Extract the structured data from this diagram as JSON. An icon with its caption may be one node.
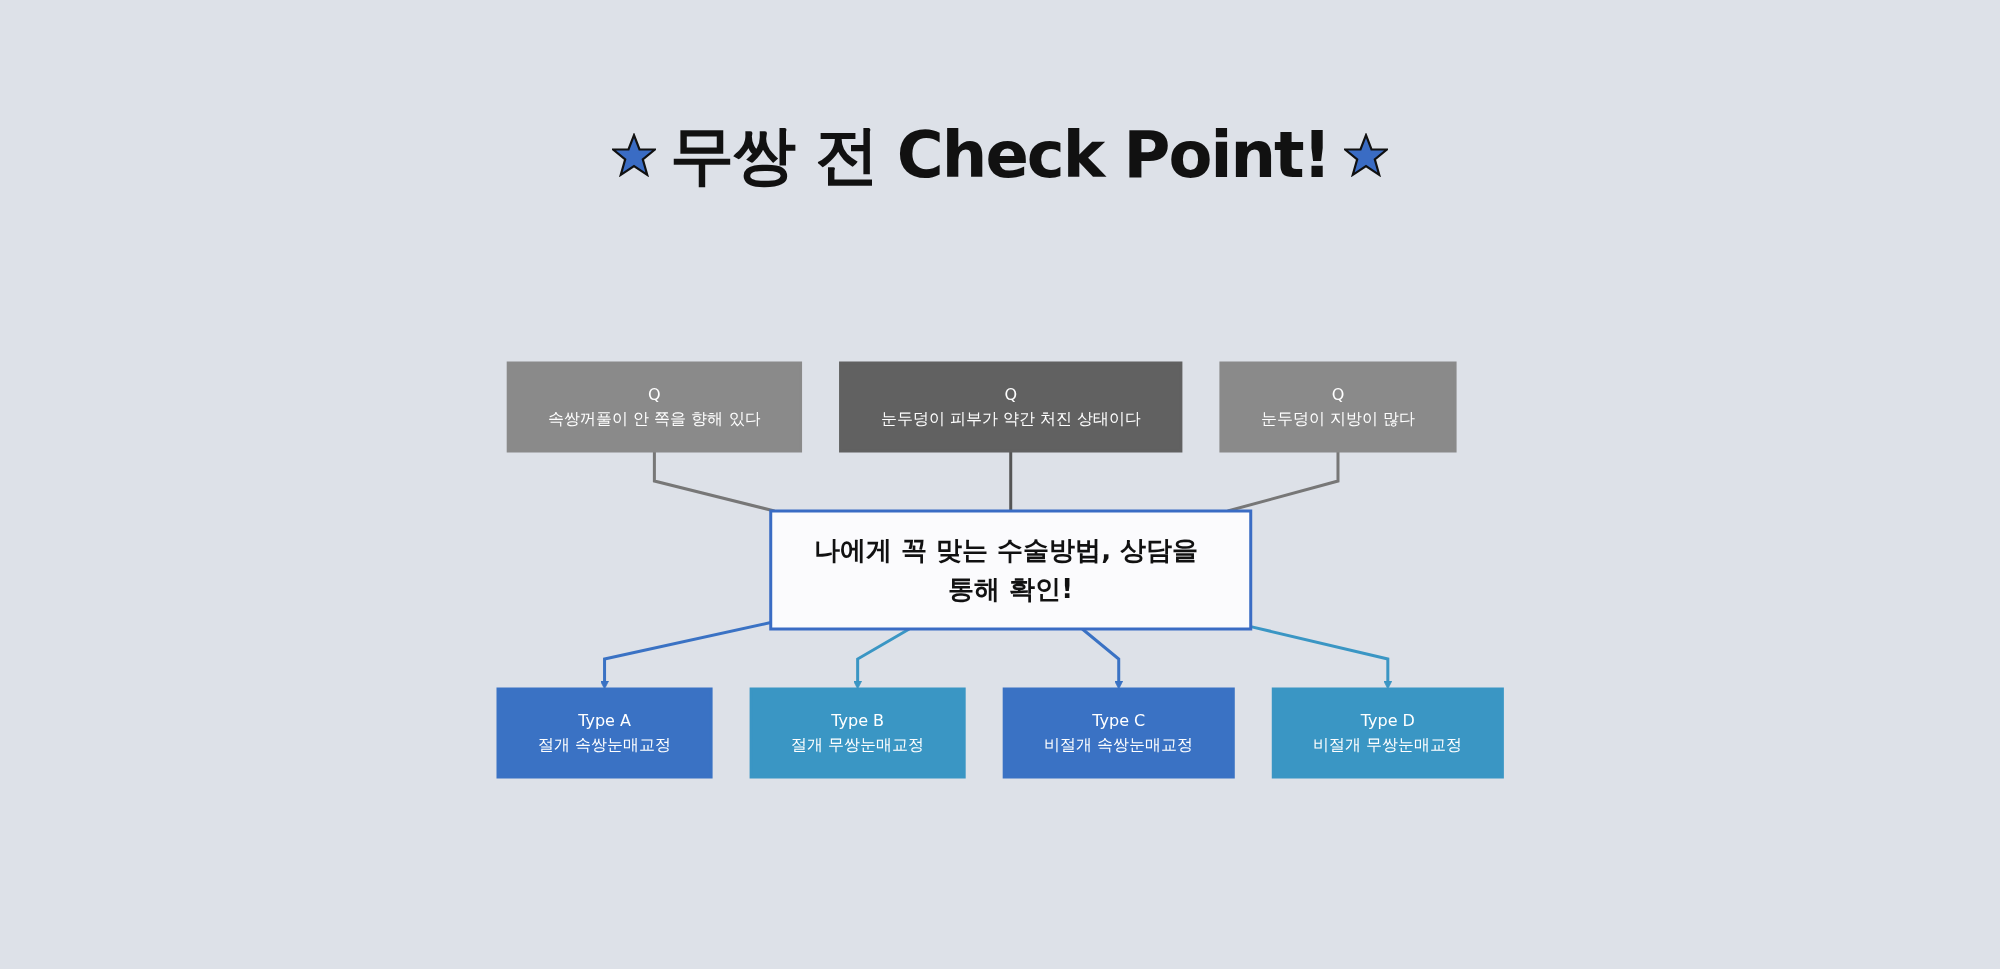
{
  "diagram": {
    "title": "무쌍 전 Check Point!",
    "nodes": [
      {
        "text": [
          "Q",
          "속쌍꺼풀이 안 쪽을 향해 있다"
        ]
      },
      {
        "text": [
          "Q",
          "눈두덩이 피부가 약간 처진 상태이다"
        ]
      },
      {
        "text": [
          "Q",
          "눈두덩이 지방이 많다"
        ]
      },
      {
        "text": [
          "나에게 꼭 맞는 수술방법, 상담을 통해 확인!"
        ]
      },
      {
        "text": [
          "Type A",
          "절개 속쌍눈매교정"
        ]
      },
      {
        "text": [
          "Type B",
          "절개 무쌍눈매교정"
        ]
      },
      {
        "text": [
          "Type C",
          "비절개 속쌍눈매교정"
        ]
      },
      {
        "text": [
          "Type D",
          "비절개 무쌍눈매교정"
        ]
      }
    ],
    "edges": [
      {
        "from": 0,
        "to": 3,
        "arrow": "none",
        "color": "#777777"
      },
      {
        "from": 1,
        "to": 3,
        "arrow": "none",
        "color": "#555555"
      },
      {
        "from": 2,
        "to": 3,
        "arrow": "none",
        "color": "#777777"
      },
      {
        "from": 3,
        "to": 4,
        "arrow": "to",
        "color": "#3a72c4"
      },
      {
        "from": 3,
        "to": 5,
        "arrow": "to",
        "color": "#3a96c4"
      },
      {
        "from": 3,
        "to": 6,
        "arrow": "to",
        "color": "#3a72c4"
      },
      {
        "from": 3,
        "to": 7,
        "arrow": "to",
        "color": "#3a96c4"
      }
    ]
  }
}
